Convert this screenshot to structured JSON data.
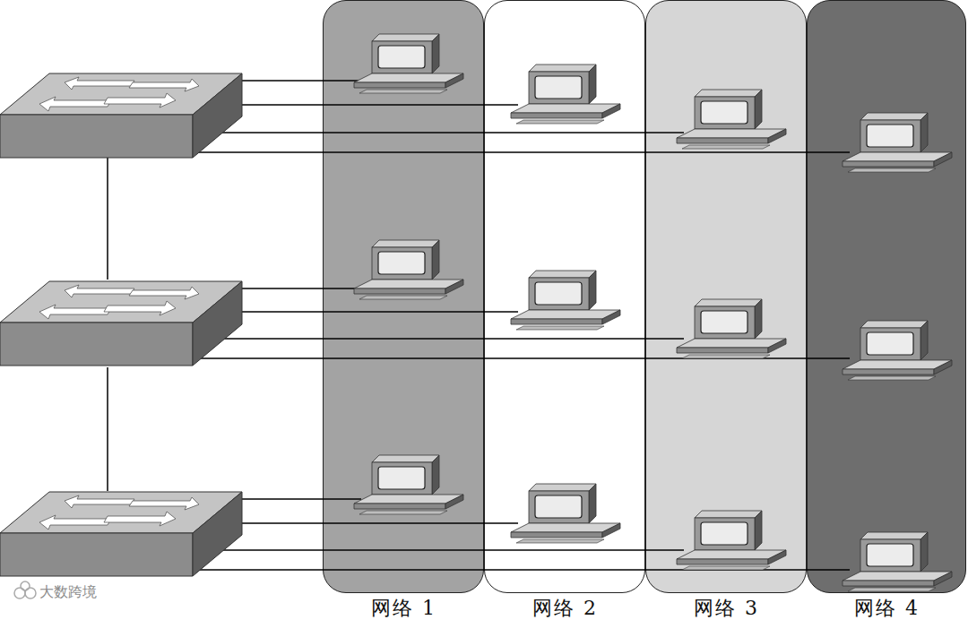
{
  "diagram": {
    "nodes": [
      {
        "text": [
          "网络 1"
        ]
      },
      {
        "text": [
          "网络 2"
        ]
      },
      {
        "text": [
          "网络 3"
        ]
      },
      {
        "text": [
          "网络 4"
        ]
      }
    ],
    "labels": [
      "大数跨境"
    ]
  }
}
